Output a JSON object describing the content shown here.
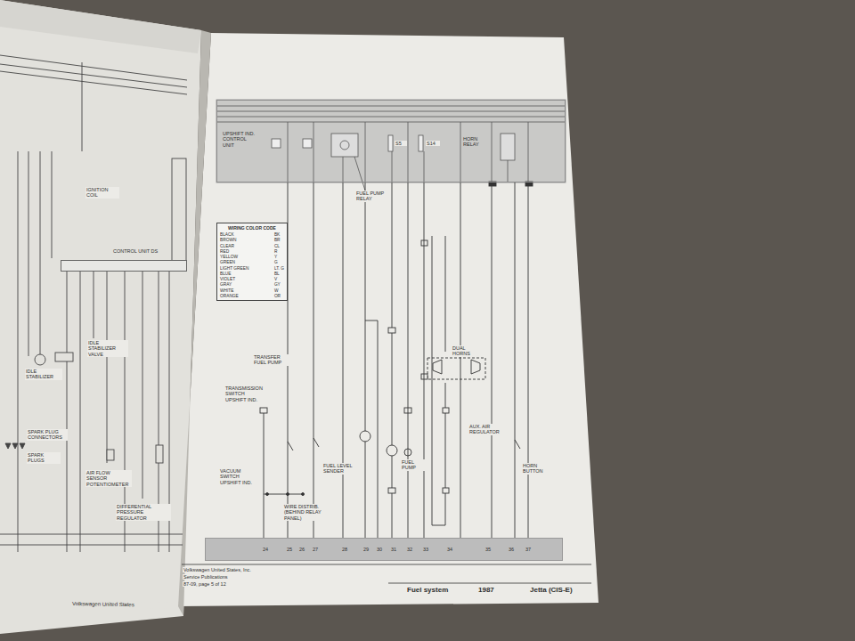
{
  "diagram": {
    "nodes": [
      {
        "text": [
          "UPSHIFT IND. CONTROL UNIT",
          "HORN RELAY"
        ]
      },
      {
        "text": [
          "WIRING COLOR CODE",
          "BLACK",
          "BK",
          "BROWN",
          "BR",
          "CLEAR",
          "CL",
          "RED",
          "R",
          "YELLOW",
          "Y",
          "GREEN",
          "G",
          "LIGHT GREEN",
          "LT. G",
          "BLUE",
          "BL",
          "VIOLET",
          "V",
          "GRAY",
          "GY",
          "WHITE",
          "W",
          "ORANGE",
          "OR"
        ]
      },
      {
        "text": [
          "24",
          "25",
          "26",
          "27",
          "28",
          "29",
          "30",
          "31",
          "32",
          "33",
          "34",
          "35",
          "36",
          "37"
        ]
      },
      {
        "text": [
          "CONTROL UNIT DS"
        ]
      }
    ],
    "edges": [
      {
        "from": 0,
        "to": 2,
        "arrow": "none"
      },
      {
        "from": 0,
        "to": 2,
        "arrow": "none"
      },
      {
        "from": 0,
        "to": 2,
        "arrow": "none"
      }
    ],
    "labels": [
      "FUEL PUMP RELAY",
      "TRANSFER FUEL PUMP",
      "TRANSMISSION SWITCH UPSHIFT IND.",
      "DUAL HORNS",
      "AUX. AIR REGULATOR",
      "HORN BUTTON",
      "FUEL PUMP",
      "VACUUM SWITCH UPSHIFT IND.",
      "FUEL LEVEL SENDER",
      "WIRE DISTRIB. (BEHIND RELAY PANEL)",
      "S5",
      "S14",
      "Volkswagen United States, Inc.",
      "Service Publications",
      "87-09, page 5 of 12",
      "Fuel system",
      "1987",
      "Jetta (CIS-E)",
      "IGNITION COIL",
      "IDLE STABILIZER VALVE",
      "IDLE STABILIZER",
      "SPARK PLUG CONNECTORS",
      "SPARK PLUGS",
      "AIR FLOW SENSOR POTENTIOMETER",
      "DIFFERENTIAL PRESSURE REGULATOR",
      "Volkswagen United States"
    ]
  }
}
